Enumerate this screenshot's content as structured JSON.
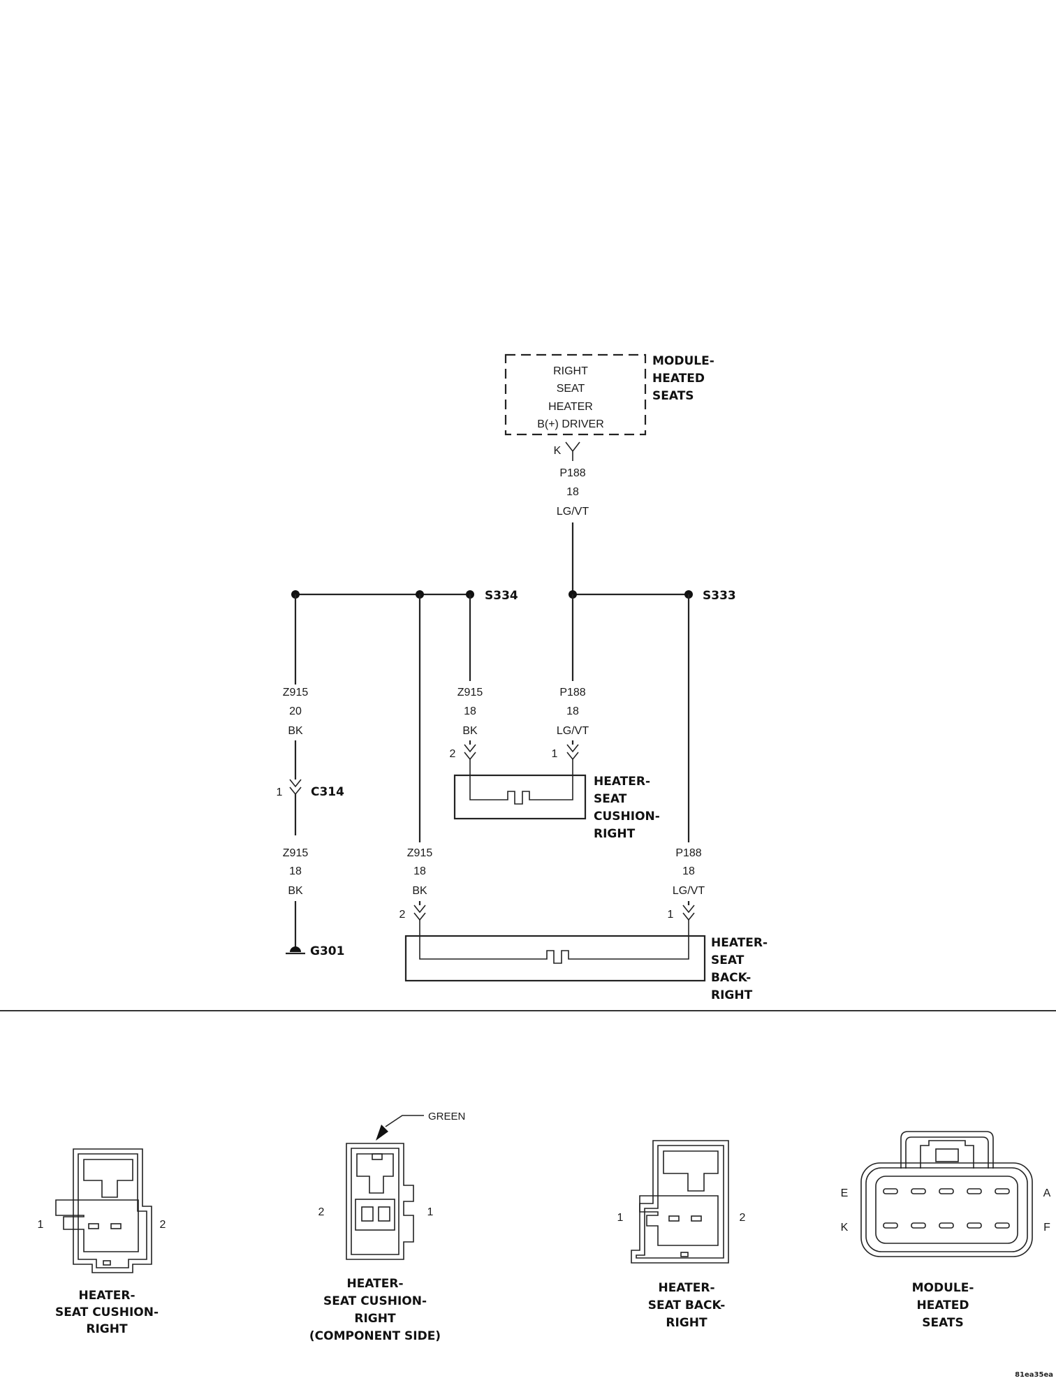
{
  "module": {
    "lines": [
      "RIGHT",
      "SEAT",
      "HEATER",
      "B(+) DRIVER"
    ],
    "name_lines": [
      "MODULE-",
      "HEATED",
      "SEATS"
    ],
    "pin": "K"
  },
  "wires": {
    "p188_top": [
      "P188",
      "18",
      "LG/VT"
    ],
    "z915_20": [
      "Z915",
      "20",
      "BK"
    ],
    "z915_18_cushion": [
      "Z915",
      "18",
      "BK"
    ],
    "p188_cushion": [
      "P188",
      "18",
      "LG/VT"
    ],
    "z915_18_lower": [
      "Z915",
      "18",
      "BK"
    ],
    "z915_18_back": [
      "Z915",
      "18",
      "BK"
    ],
    "p188_back": [
      "P188",
      "18",
      "LG/VT"
    ]
  },
  "splices": {
    "s334": "S334",
    "s333": "S333"
  },
  "connector_c314": {
    "name": "C314",
    "pin": "1"
  },
  "ground": "G301",
  "cushion": {
    "name_lines": [
      "HEATER-",
      "SEAT",
      "CUSHION-",
      "RIGHT"
    ],
    "pin_left": "2",
    "pin_right": "1"
  },
  "back": {
    "name_lines": [
      "HEATER-",
      "SEAT",
      "BACK-",
      "RIGHT"
    ],
    "pin_left": "2",
    "pin_right": "1"
  },
  "connector_views": {
    "cushion": {
      "label_lines": [
        "HEATER-",
        "SEAT CUSHION-",
        "RIGHT"
      ],
      "pin_left": "1",
      "pin_right": "2"
    },
    "cushion_component": {
      "label_lines": [
        "HEATER-",
        "SEAT CUSHION-",
        "RIGHT",
        "(COMPONENT SIDE)"
      ],
      "pin_left": "2",
      "pin_right": "1",
      "color_callout": "GREEN"
    },
    "back": {
      "label_lines": [
        "HEATER-",
        "SEAT BACK-",
        "RIGHT"
      ],
      "pin_left": "1",
      "pin_right": "2"
    },
    "module": {
      "label_lines": [
        "MODULE-",
        "HEATED",
        "SEATS"
      ],
      "pins": [
        "E",
        "A",
        "K",
        "F"
      ]
    }
  },
  "figure_id": "81ea35ea"
}
